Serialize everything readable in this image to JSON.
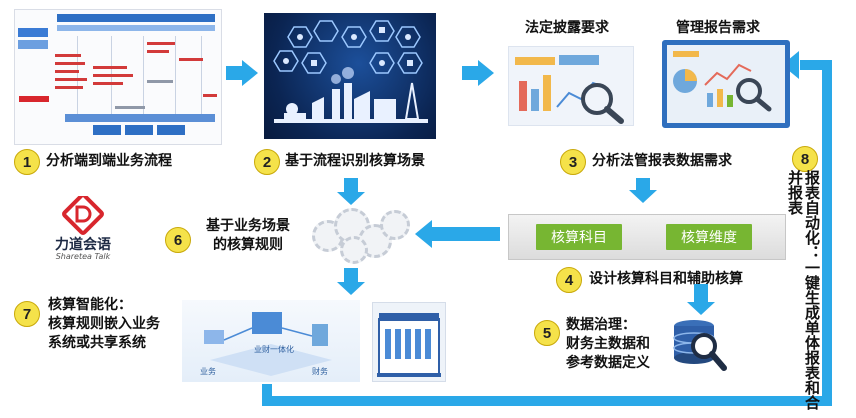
{
  "steps": [
    {
      "num": "1",
      "label": "分析端到端业务流程"
    },
    {
      "num": "2",
      "label": "基于流程识别核算场景"
    },
    {
      "num": "3",
      "label": "分析法管报表数据需求"
    },
    {
      "num": "4",
      "label": "设计核算科目和辅助核算"
    },
    {
      "num": "5",
      "lines": [
        "数据治理：",
        "财务主数据和",
        "参考数据定义"
      ]
    },
    {
      "num": "6",
      "lines": [
        "基于业务场景",
        "的核算规则"
      ]
    },
    {
      "num": "7",
      "lines": [
        "核算智能化：",
        "核算规则嵌入业务",
        "系统或共享系统"
      ]
    },
    {
      "num": "8",
      "vertical": "报表自动化：一键生成单体报表和合并报表"
    }
  ],
  "legal_title": "法定披露要求",
  "mgmt_title": "管理报告需求",
  "accounting_subjects": "核算科目",
  "accounting_dimensions": "核算维度",
  "logo": {
    "name": "力道会语",
    "sub": "Sharetea Talk"
  },
  "iso_labels": [
    "业务",
    "业财一体化",
    "财务"
  ],
  "colors": {
    "arrow": "#2aa8e8",
    "step_circle": "#f5e24a",
    "button": "#77b632"
  }
}
